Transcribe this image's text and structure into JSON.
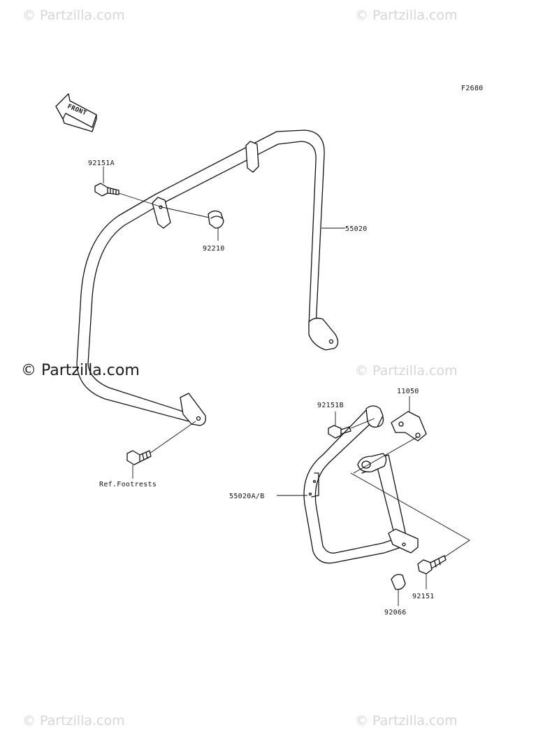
{
  "diagram_code": "F2680",
  "front_marker": "FRONT",
  "watermarks": {
    "top_left": "© Partzilla.com",
    "top_right": "© Partzilla.com",
    "mid_left": "© Partzilla.com",
    "mid_right": "© Partzilla.com",
    "bottom_left": "© Partzilla.com",
    "bottom_right": "© Partzilla.com"
  },
  "callouts": {
    "p92151A": "92151A",
    "p92210": "92210",
    "p55020": "55020",
    "ref_footrests": "Ref.Footrests",
    "p92151B": "92151B",
    "p11050": "11050",
    "p55020AB": "55020A/B",
    "p92151": "92151",
    "p92066": "92066"
  }
}
